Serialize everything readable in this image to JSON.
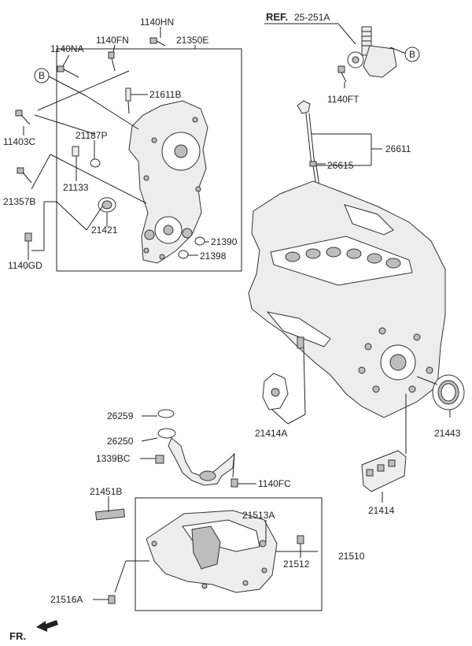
{
  "reference": {
    "prefix": "REF.",
    "code": "25-251A"
  },
  "callout_marker": "B",
  "front_marker": "FR.",
  "parts": {
    "p1140HN": "1140HN",
    "p1140FN": "1140FN",
    "p1140NA": "1140NA",
    "p21350E": "21350E",
    "p21611B": "21611B",
    "p11403C": "11403C",
    "p21187P": "21187P",
    "p21133": "21133",
    "p21357B": "21357B",
    "p21421": "21421",
    "p21390": "21390",
    "p21398": "21398",
    "p1140GD": "1140GD",
    "p1140FT": "1140FT",
    "p26611": "26611",
    "p26615": "26615",
    "p26259": "26259",
    "p26250": "26250",
    "p1339BC": "1339BC",
    "p1140FC": "1140FC",
    "p21414A": "21414A",
    "p21443": "21443",
    "p21414": "21414",
    "p21451B": "21451B",
    "p21513A": "21513A",
    "p21512": "21512",
    "p21510": "21510",
    "p21516A": "21516A"
  }
}
